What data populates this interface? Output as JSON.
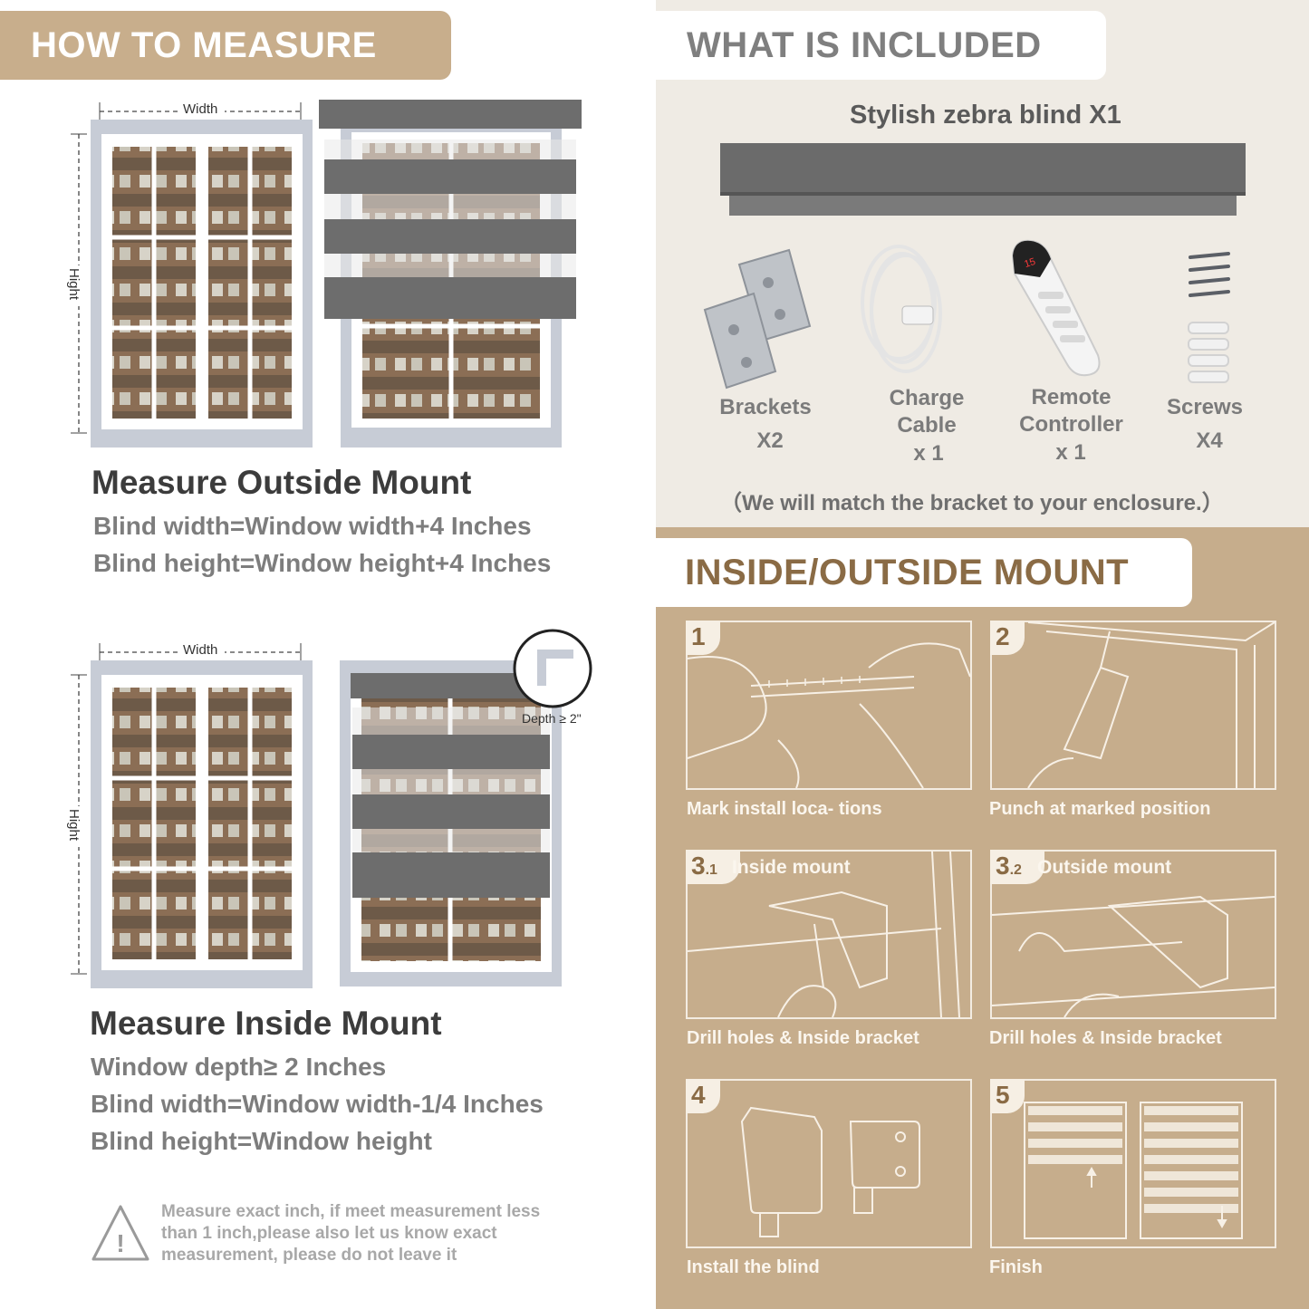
{
  "measure": {
    "banner": "HOW TO MEASURE",
    "width_label": "Width",
    "height_label": "Hight",
    "depth_label": "Depth ≥ 2\"",
    "outside": {
      "title": "Measure Outside Mount",
      "lines": [
        "Blind width=Window width+4 Inches",
        "Blind height=Window height+4 Inches"
      ]
    },
    "inside": {
      "title": "Measure Inside Mount",
      "lines": [
        "Window depth≥ 2 Inches",
        "Blind width=Window width-1/4 Inches",
        "Blind height=Window height"
      ]
    },
    "warning": {
      "icon": "warning-triangle-icon",
      "lines": [
        "Measure exact inch, if meet measurement less",
        "than 1 inch,please also let us know exact",
        "measurement, please do not leave it"
      ]
    }
  },
  "included": {
    "banner": "WHAT IS INCLUDED",
    "main_item": "Stylish zebra blind X1",
    "items": [
      {
        "icon": "bracket-icon",
        "name": "Brackets",
        "qty": "X2"
      },
      {
        "icon": "cable-icon",
        "name": "Charge\nCable",
        "qty": "x 1"
      },
      {
        "icon": "remote-icon",
        "name": "Remote\nController",
        "qty": "x 1"
      },
      {
        "icon": "screw-icon",
        "name": "Screws",
        "qty": "X4"
      }
    ],
    "remote_display": "15",
    "note": "（We will match the bracket to your enclosure.）"
  },
  "mount": {
    "banner": "INSIDE/OUTSIDE MOUNT",
    "steps": [
      {
        "num": "1",
        "title": "",
        "caption": "Mark install loca- tions"
      },
      {
        "num": "2",
        "title": "",
        "caption": "Punch at  marked position"
      },
      {
        "num": "3",
        "sub": ".1",
        "title": "Inside mount",
        "caption": "Drill holes &  Inside bracket"
      },
      {
        "num": "3",
        "sub": ".2",
        "title": "Outside mount",
        "caption": "Drill holes &  Inside bracket"
      },
      {
        "num": "4",
        "title": "",
        "caption": "Install the blind"
      },
      {
        "num": "5",
        "title": "",
        "caption": "Finish"
      }
    ]
  },
  "colors": {
    "tan": "#c6ad8c",
    "beige": "#efebe4",
    "fabric": "#6d6d6d"
  }
}
